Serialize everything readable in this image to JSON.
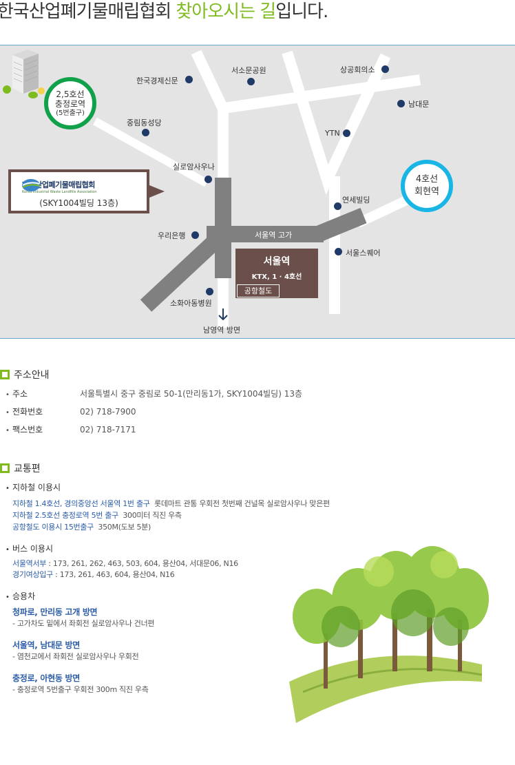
{
  "header": {
    "title_prefix": "한국산업폐기물매립협회 ",
    "title_highlight": "찾아오시는 길",
    "title_suffix": "입니다."
  },
  "map": {
    "places": {
      "seosomun_park": "서소문공원",
      "chamber": "상공회의소",
      "korea_economic_daily": "한국경제신문",
      "namdaemun": "남대문",
      "jungnim_church": "중림동성당",
      "ytn": "YTN",
      "sauna": "실로암사우나",
      "yonsei_bldg": "연세빌딩",
      "woori_bank": "우리은행",
      "seoul_square": "서울스퀘어",
      "hospital": "소화아동병원",
      "namyoung": "남영역 방면"
    },
    "station_green": {
      "line1": "2,5호선",
      "line2": "충정로역",
      "line3": "(5번출구)"
    },
    "station_blue": {
      "line1": "4호선",
      "line2": "회현역"
    },
    "association": {
      "name": "한국산업폐기물매립협회",
      "sub": "Korea Industrial Waste Landfills Association",
      "address": "(SKY1004빌딩 13층)"
    },
    "overpass": "서울역 고가",
    "seoul_station": {
      "name": "서울역",
      "lines": "KTX, 1 · 4호선",
      "airport": "공항철도"
    },
    "colors": {
      "green_circle": "#12a14b",
      "blue_circle": "#18b5e5",
      "dot": "#1f3a66",
      "road": "#808080"
    }
  },
  "address_section": {
    "title": "주소안내",
    "rows": [
      {
        "key": "주소",
        "value": "서울특별시 중구 중림로 50-1(만리동1가, SKY1004빌딩) 13층"
      },
      {
        "key": "전화번호",
        "value": "02) 718-7900"
      },
      {
        "key": "팩스번호",
        "value": "02) 718-7171"
      }
    ]
  },
  "transport_section": {
    "title": "교통편",
    "subway": {
      "title": "지하철 이용시",
      "lines": [
        {
          "blue": "지하철 1.4호선, 경의중앙선 서울역 1번 출구",
          "gray": "롯데마트 관통 우회전 첫번째 건널목 실로암사우나 맞은편"
        },
        {
          "blue": "지하철 2.5호선 충정로역 5번 출구",
          "gray": "300미터 직진 우측"
        },
        {
          "blue": "공항철도 이용시 15번출구",
          "gray": "350M(도보 5분)"
        }
      ]
    },
    "bus": {
      "title": "버스 이용시",
      "lines": [
        {
          "blue": "서울역서부",
          "gray": " : 173, 261, 262, 463, 503, 604, 용산04, 서대문06, N16"
        },
        {
          "blue": "경기여상입구",
          "gray": " : 173, 261, 463, 604, 용산04, N16"
        }
      ]
    },
    "car": {
      "title": "승용차",
      "routes": [
        {
          "title": "청파로, 만리동 고개 방면",
          "desc": "- 고가차도 밑에서 좌회전 실로암사우나 건너편"
        },
        {
          "title": "서울역, 남대문 방면",
          "desc": "- 염천교에서 좌회전 실로암사우나 우회전"
        },
        {
          "title": "충정로, 아현동 방면",
          "desc": "- 충정로역 5번출구 우회전 300m 직진 우측"
        }
      ]
    }
  },
  "accent_color": "#7dbb1e"
}
